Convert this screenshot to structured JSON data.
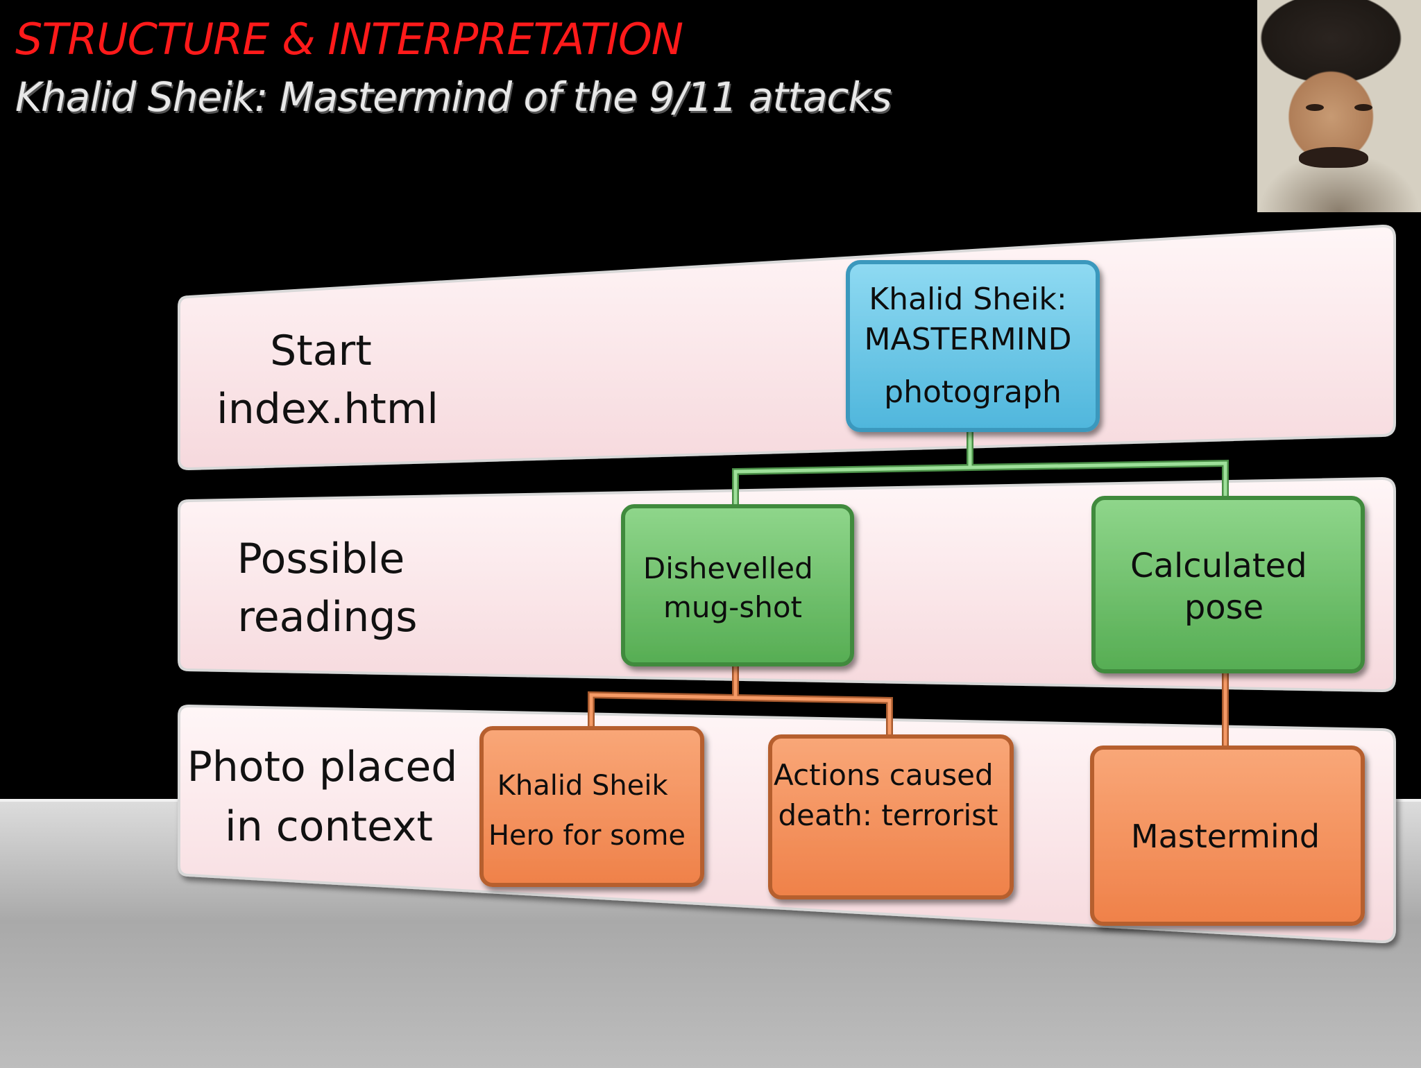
{
  "slide": {
    "title": "STRUCTURE & INTERPRETATION",
    "subtitle": "Khalid Sheik: Mastermind of the 9/11 attacks"
  },
  "colors": {
    "title": "#ff1a1a",
    "subtitle": "#e8e8e8",
    "band": "#fbe4e7",
    "root_node": "#5fc3e4",
    "level2_node": "#6fc26b",
    "level3_node": "#f59563",
    "connector_top": "#8ed38a",
    "connector_bottom": "#f08a55"
  },
  "diagram": {
    "rows": [
      {
        "id": "start",
        "label_lines": [
          "Start",
          "index.html"
        ]
      },
      {
        "id": "readings",
        "label_lines": [
          "Possible",
          "readings"
        ]
      },
      {
        "id": "context",
        "label_lines": [
          "Photo placed",
          "in context"
        ]
      }
    ],
    "nodes": [
      {
        "id": "root",
        "row": "start",
        "lines": [
          "Khalid Sheik:",
          "MASTERMIND",
          "photograph"
        ]
      },
      {
        "id": "mugshot",
        "row": "readings",
        "parent": "root",
        "lines": [
          "Dishevelled",
          "mug-shot"
        ]
      },
      {
        "id": "pose",
        "row": "readings",
        "parent": "root",
        "lines": [
          "Calculated",
          "pose"
        ]
      },
      {
        "id": "hero",
        "row": "context",
        "parent": "mugshot",
        "lines": [
          "Khalid Sheik",
          "Hero for some"
        ]
      },
      {
        "id": "terrorist",
        "row": "context",
        "parent": "mugshot",
        "lines": [
          "Actions caused",
          "death: terrorist"
        ]
      },
      {
        "id": "mastermind",
        "row": "context",
        "parent": "pose",
        "lines": [
          "Mastermind"
        ]
      }
    ]
  }
}
